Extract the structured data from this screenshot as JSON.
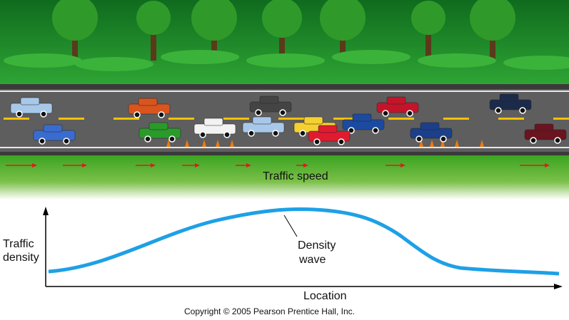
{
  "labels": {
    "traffic_speed": "Traffic speed",
    "y_axis_line1": "Traffic",
    "y_axis_line2": "density",
    "curve_label_line1": "Density",
    "curve_label_line2": "wave",
    "x_axis": "Location",
    "copyright": "Copyright © 2005 Pearson Prentice Hall, Inc."
  },
  "colors": {
    "sky_green": "#1f8a2a",
    "road": "#5a5a5a",
    "lane_line": "#f2c200",
    "speed_arrow": "#e01b1b",
    "wave_curve": "#1ea0e6",
    "grass": "#4caf2a"
  }
}
